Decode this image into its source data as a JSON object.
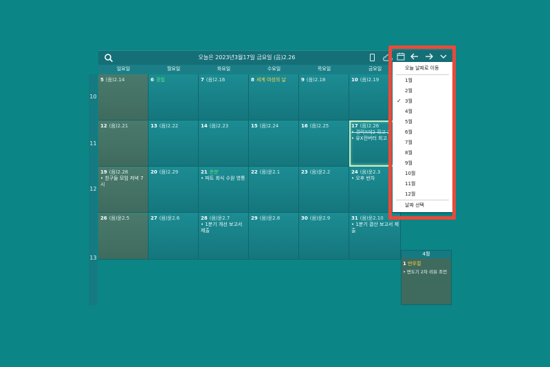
{
  "header": {
    "title": "오늘은 2023년3월17일 금요일 (음)2.26"
  },
  "weekdays": [
    "일요일",
    "월요일",
    "화요일",
    "수요일",
    "목요일",
    "금요일"
  ],
  "week_numbers": [
    "10",
    "11",
    "12",
    "13"
  ],
  "weeks": [
    [
      {
        "day": "5",
        "lunar": "(음)2.14",
        "label": "",
        "event": ""
      },
      {
        "day": "6",
        "lunar": "",
        "label": "경칩",
        "event": ""
      },
      {
        "day": "7",
        "lunar": "(음)2.16",
        "label": "",
        "event": ""
      },
      {
        "day": "8",
        "lunar": "",
        "label": "세계 여성의 날",
        "event": ""
      },
      {
        "day": "9",
        "lunar": "(음)2.18",
        "label": "",
        "event": ""
      },
      {
        "day": "10",
        "lunar": "(음)2.19",
        "label": "",
        "event": ""
      }
    ],
    [
      {
        "day": "12",
        "lunar": "(음)2.21",
        "label": "",
        "event": ""
      },
      {
        "day": "13",
        "lunar": "(음)2.22",
        "label": "",
        "event": ""
      },
      {
        "day": "14",
        "lunar": "(음)2.23",
        "label": "",
        "event": ""
      },
      {
        "day": "15",
        "lunar": "(음)2.24",
        "label": "",
        "event": ""
      },
      {
        "day": "16",
        "lunar": "(음)2.25",
        "label": "",
        "event": ""
      },
      {
        "day": "17",
        "lunar": "(음)2.26",
        "label": "",
        "event": "",
        "event_struck": "• 경력X에2 확고 2",
        "event2": "• 유X전버터 회고"
      }
    ],
    [
      {
        "day": "19",
        "lunar": "(음)2.28",
        "label": "",
        "event": "• 친구들 모임 저녁 7시"
      },
      {
        "day": "20",
        "lunar": "(음)2.29",
        "label": "",
        "event": ""
      },
      {
        "day": "21",
        "lunar": "",
        "label": "춘분",
        "event": "• 파트 회식 수원 영통"
      },
      {
        "day": "22",
        "lunar": "(음)윤2.1",
        "label": "",
        "event": ""
      },
      {
        "day": "23",
        "lunar": "(음)윤2.2",
        "label": "",
        "event": ""
      },
      {
        "day": "24",
        "lunar": "(음)윤2.3",
        "label": "",
        "event": "• 오후 반차"
      }
    ],
    [
      {
        "day": "26",
        "lunar": "(음)윤2.5",
        "label": "",
        "event": ""
      },
      {
        "day": "27",
        "lunar": "(음)윤2.6",
        "label": "",
        "event": ""
      },
      {
        "day": "28",
        "lunar": "(음)윤2.7",
        "label": "",
        "event": "• 1분기 개선 보고서 제출"
      },
      {
        "day": "29",
        "lunar": "(음)윤2.8",
        "label": "",
        "event": ""
      },
      {
        "day": "30",
        "lunar": "(음)윤2.9",
        "label": "",
        "event": ""
      },
      {
        "day": "31",
        "lunar": "(음)윤2.10",
        "label": "",
        "event": "• 1분기 결산 보고서 제출"
      }
    ]
  ],
  "next_month": {
    "title": "4월",
    "day": "1",
    "label": "만우절",
    "event": "• 면도기 2차 리뷰 조언"
  },
  "menu": {
    "goto_today": "오늘 날짜로 이동",
    "months": [
      "1월",
      "2월",
      "3월",
      "4월",
      "5월",
      "6월",
      "7월",
      "8월",
      "9월",
      "10월",
      "11월",
      "12월"
    ],
    "checked_month": "3월",
    "pick_date": "날짜 선택"
  },
  "colors": {
    "background": "#0b8585",
    "highlight": "#ea4a3a",
    "holiday": "#ffd24a",
    "green_label": "#5fe07a"
  }
}
